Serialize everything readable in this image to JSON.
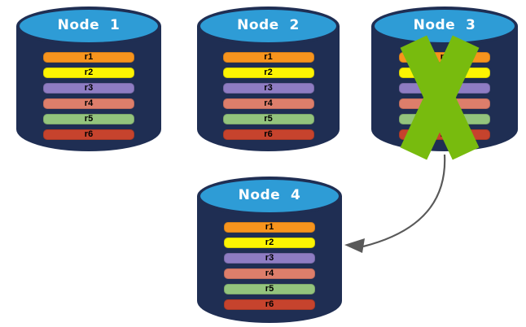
{
  "colors": {
    "background": "#FFFFFF",
    "cylinder_body": "#1F2E53",
    "cylinder_top": "#2E9CD6",
    "node_title_text": "#FFFFFF",
    "record_text": "#000000",
    "failure_x": "#78BB0E",
    "arrow": "#595959"
  },
  "nodes": [
    {
      "title": "Node  1",
      "failed": false,
      "records": [
        {
          "label": "r1",
          "color": "#F7941D"
        },
        {
          "label": "r2",
          "color": "#FCF402"
        },
        {
          "label": "r3",
          "color": "#8E7CC3"
        },
        {
          "label": "r4",
          "color": "#DD7E6B"
        },
        {
          "label": "r5",
          "color": "#93C47D"
        },
        {
          "label": "r6",
          "color": "#C6432D"
        }
      ]
    },
    {
      "title": "Node  2",
      "failed": false,
      "records": [
        {
          "label": "r1",
          "color": "#F7941D"
        },
        {
          "label": "r2",
          "color": "#FCF402"
        },
        {
          "label": "r3",
          "color": "#8E7CC3"
        },
        {
          "label": "r4",
          "color": "#DD7E6B"
        },
        {
          "label": "r5",
          "color": "#93C47D"
        },
        {
          "label": "r6",
          "color": "#C6432D"
        }
      ]
    },
    {
      "title": "Node  3",
      "failed": true,
      "records": [
        {
          "label": "r1",
          "color": "#F7941D"
        },
        {
          "label": "r2",
          "color": "#FCF402"
        },
        {
          "label": "r3",
          "color": "#8E7CC3"
        },
        {
          "label": "r4",
          "color": "#DD7E6B"
        },
        {
          "label": "r5",
          "color": "#93C47D"
        },
        {
          "label": "r6",
          "color": "#C6432D"
        }
      ]
    },
    {
      "title": "Node  4",
      "failed": false,
      "records": [
        {
          "label": "r1",
          "color": "#F7941D"
        },
        {
          "label": "r2",
          "color": "#FCF402"
        },
        {
          "label": "r3",
          "color": "#8E7CC3"
        },
        {
          "label": "r4",
          "color": "#DD7E6B"
        },
        {
          "label": "r5",
          "color": "#93C47D"
        },
        {
          "label": "r6",
          "color": "#C6432D"
        }
      ]
    }
  ],
  "arrow": {
    "from": "Node 3",
    "to": "Node 4"
  }
}
